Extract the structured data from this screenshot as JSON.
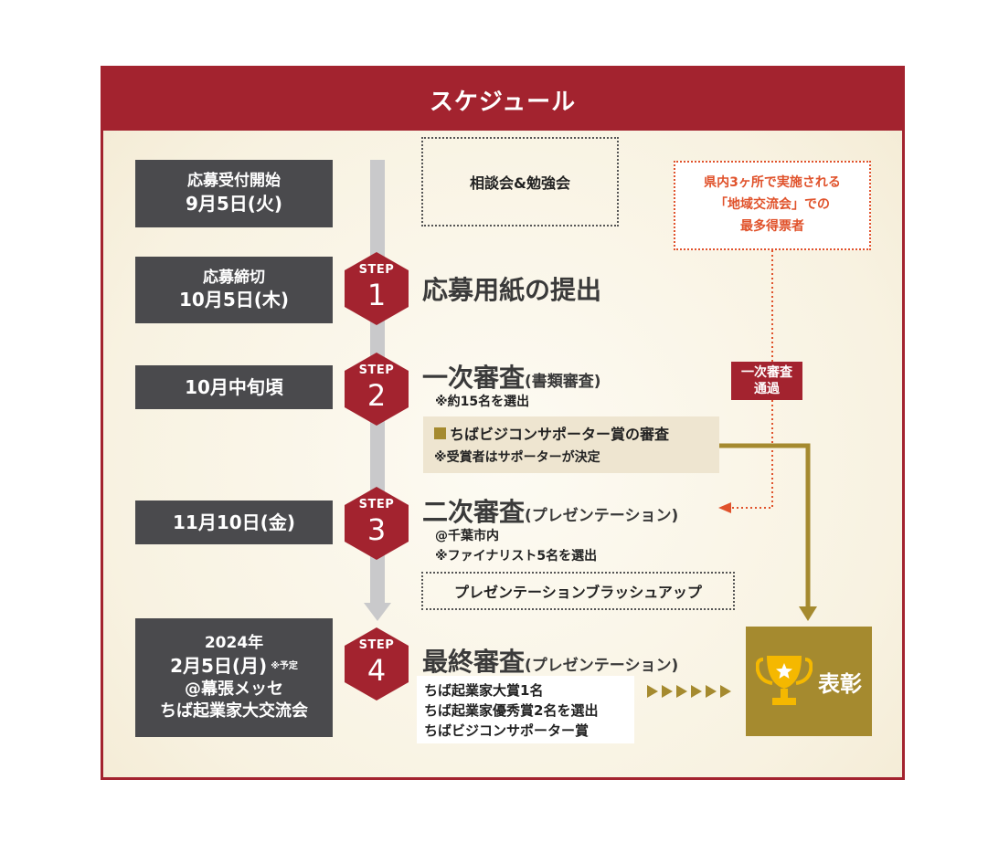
{
  "title": "スケジュール",
  "dates": [
    {
      "line1": "応募受付開始",
      "line2": "9月5日(火)"
    },
    {
      "line1": "応募締切",
      "line2": "10月5日(木)"
    },
    {
      "line1": "10月中旬頃"
    },
    {
      "line1": "11月10日(金)"
    },
    {
      "line1": "2024年",
      "line2": "2月5日(月)",
      "note": "※予定",
      "line3": "@幕張メッセ",
      "line4": "ちば起業家大交流会"
    }
  ],
  "steps": [
    {
      "label": "STEP",
      "number": "1",
      "heading": "応募用紙の提出"
    },
    {
      "label": "STEP",
      "number": "2",
      "heading": "一次審査",
      "sub": "(書類審査)",
      "notes": [
        "※約15名を選出"
      ]
    },
    {
      "label": "STEP",
      "number": "3",
      "heading": "二次審査",
      "sub": "(プレゼンテーション)",
      "notes": [
        "@千葉市内",
        "※ファイナリスト5名を選出"
      ]
    },
    {
      "label": "STEP",
      "number": "4",
      "heading": "最終審査",
      "sub": "(プレゼンテーション)"
    }
  ],
  "consultation": "相談会&勉強会",
  "supporter_review": {
    "title": "ちばビジコンサポーター賞の審査",
    "note": "※受賞者はサポーターが決定"
  },
  "brushup": "プレゼンテーションブラッシュアップ",
  "regional": [
    "県内3ヶ所で実施される",
    "「地域交流会」での",
    "最多得票者"
  ],
  "pass_label": [
    "一次審査",
    "通過"
  ],
  "final_awards": [
    "ちば起業家大賞1名",
    "ちば起業家優秀賞2名を選出",
    "ちばビジコンサポーター賞"
  ],
  "award_label": "表彰",
  "colors": {
    "crimson": "#a3232f",
    "dark": "#4a4a4d",
    "gold": "#a58a2f",
    "orange": "#e0522b",
    "cream": "#f8f2e1"
  },
  "icons": [
    "trophy-icon",
    "arrow-right-icon",
    "arrow-down-icon"
  ]
}
